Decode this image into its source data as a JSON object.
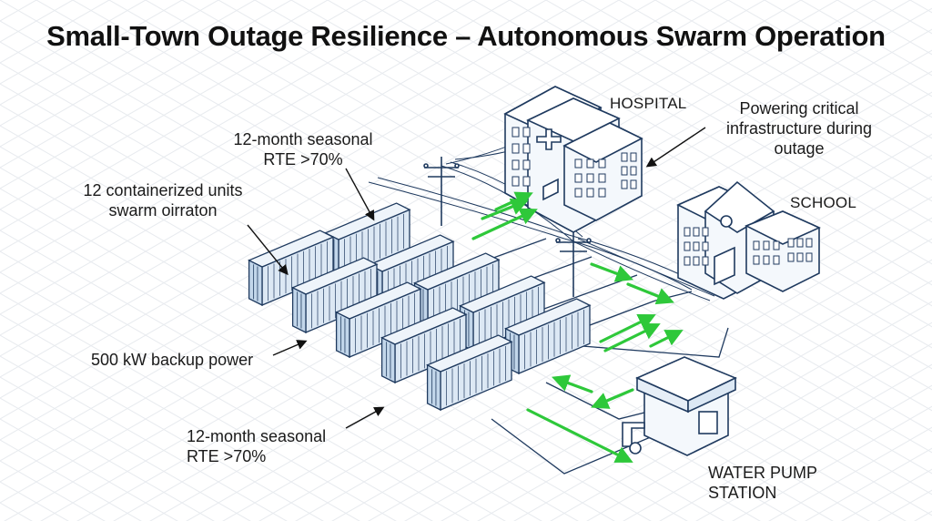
{
  "title": "Small-Town Outage Resilience – Autonomous Swarm Operation",
  "labels": {
    "hospital": "HOSPITAL",
    "school": "SCHOOL",
    "water_pump_line1": "WATER PUMP",
    "water_pump_line2": "STATION",
    "critical_line1": "Powering critical",
    "critical_line2": "infrastructure during",
    "critical_line3": "outage",
    "rte_top_line1": "12-month seasonal",
    "rte_top_line2": "RTE >70%",
    "units_line1": "12 containerized units",
    "units_line2": "swarm oirraton",
    "backup_power": "500 kW backup power",
    "rte_bottom_line1": "12-month seasonal",
    "rte_bottom_line2": "RTE >70%"
  },
  "colors": {
    "line": "#1f3a5f",
    "container_front": "#dce8f4",
    "container_top": "#eef4fa",
    "container_side": "#c2d6ea",
    "building": "#f4f8fc",
    "flow_arrow": "#2ec83a",
    "grid": "#e8ebef"
  },
  "icons": [
    "hospital-building",
    "school-building",
    "water-pump-station",
    "utility-pole",
    "battery-container",
    "power-flow-arrow"
  ]
}
